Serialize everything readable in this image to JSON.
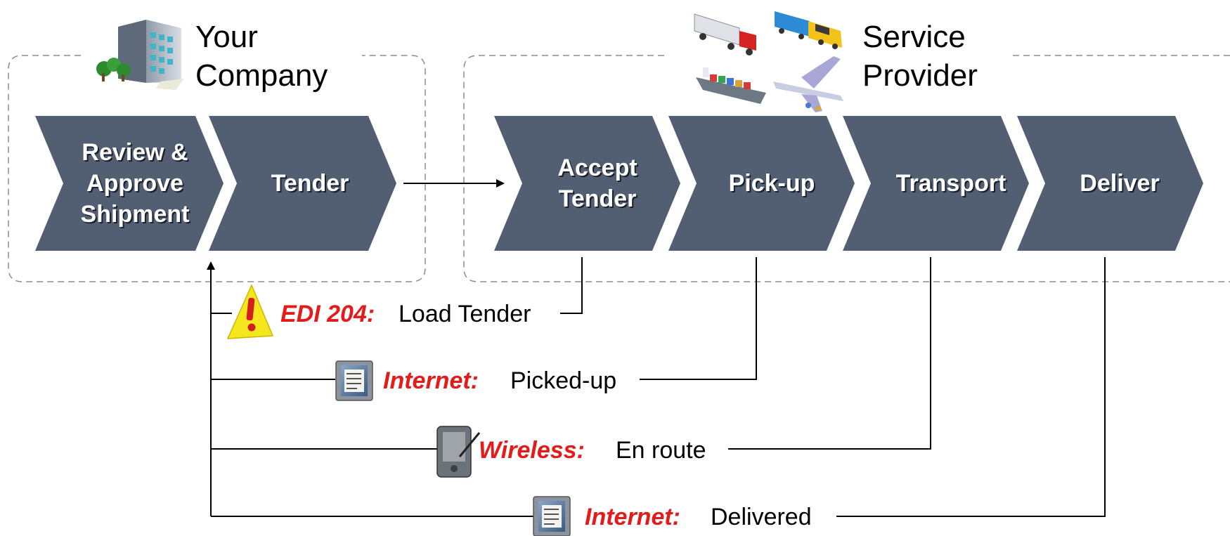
{
  "groups": {
    "company": {
      "title_line1": "Your",
      "title_line2": "Company",
      "icon": "office-building-icon"
    },
    "provider": {
      "title_line1": "Service",
      "title_line2": "Provider",
      "icons": [
        "truck-icon",
        "train-icon",
        "ship-icon",
        "airplane-icon"
      ]
    }
  },
  "steps": [
    {
      "lines": [
        "Review &",
        "Approve",
        "Shipment"
      ]
    },
    {
      "lines": [
        "Tender"
      ]
    },
    {
      "lines": [
        "Accept",
        "Tender"
      ]
    },
    {
      "lines": [
        "Pick-up"
      ]
    },
    {
      "lines": [
        "Transport"
      ]
    },
    {
      "lines": [
        "Deliver"
      ]
    }
  ],
  "messages": [
    {
      "channel": "EDI 204:",
      "text": "Load Tender",
      "icon": "warning-icon"
    },
    {
      "channel": "Internet:",
      "text": "Picked-up",
      "icon": "web-page-icon"
    },
    {
      "channel": "Wireless:",
      "text": "En route",
      "icon": "pda-icon"
    },
    {
      "channel": "Internet:",
      "text": "Delivered",
      "icon": "web-page-icon"
    }
  ],
  "colors": {
    "chevron": "#525f73",
    "channel": "#e31b1b",
    "text": "#000000",
    "border": "#8c8c8c"
  }
}
